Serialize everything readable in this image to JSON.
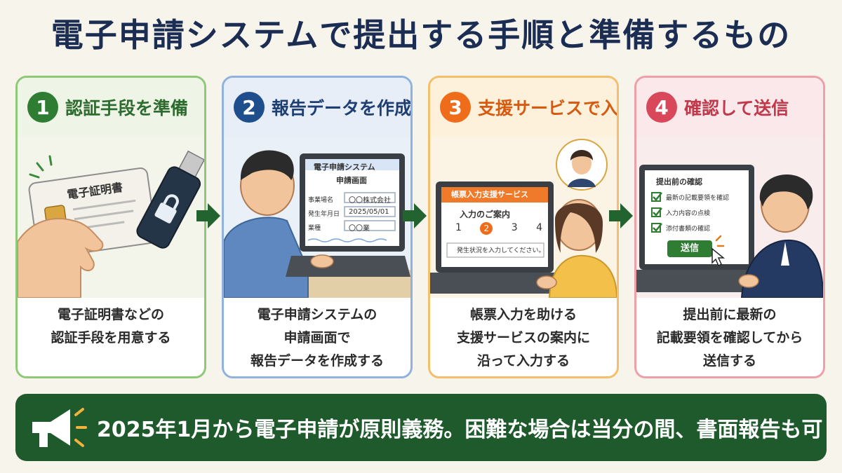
{
  "title": "電子申請システムで提出する手順と準備するもの",
  "steps": [
    {
      "number": "1",
      "title": "認証手段を準備",
      "card_label": "電子証明書",
      "desc": [
        "電子証明書などの",
        "認証手段を用意する"
      ]
    },
    {
      "number": "2",
      "title": "報告データを作成",
      "screen": {
        "system_title": "電子申請システム",
        "screen_title": "申請画面",
        "fields": [
          {
            "label": "事業場名",
            "value": "〇〇株式会社"
          },
          {
            "label": "発生年月日",
            "value": "2025/05/01"
          },
          {
            "label": "業種",
            "value": "〇〇業"
          }
        ]
      },
      "desc": [
        "電子申請システムの",
        "申請画面で",
        "報告データを作成する"
      ]
    },
    {
      "number": "3",
      "title": "支援サービスで入力",
      "screen": {
        "service_title": "帳票入力支援サービス",
        "guide_title": "入力のご案内",
        "steps": [
          "1",
          "2",
          "3",
          "4"
        ],
        "active_step": "2",
        "prompt": "発生状況を入力してください。"
      },
      "desc": [
        "帳票入力を助ける",
        "支援サービスの案内に",
        "沿って入力する"
      ]
    },
    {
      "number": "4",
      "title": "確認して送信",
      "screen": {
        "check_title": "提出前の確認",
        "checks": [
          "最新の記載要領を確認",
          "入力内容の点検",
          "添付書類の確認"
        ],
        "send_label": "送信"
      },
      "desc": [
        "提出前に最新の",
        "記載要領を確認してから",
        "送信する"
      ]
    }
  ],
  "banner": "2025年1月から電子申請が原則義務。困難な場合は当分の間、書面報告も可",
  "colors": {
    "title": "#1b2d52",
    "step1": "#2e7d32",
    "step2": "#1f4e8c",
    "step3": "#ef6c1a",
    "step4": "#d9485a",
    "banner": "#1f5a2c"
  },
  "icons": [
    "certificate-card-icon",
    "usb-key-icon",
    "lock-icon",
    "arrow-right-icon",
    "megaphone-icon",
    "checkbox-icon",
    "cursor-icon"
  ]
}
